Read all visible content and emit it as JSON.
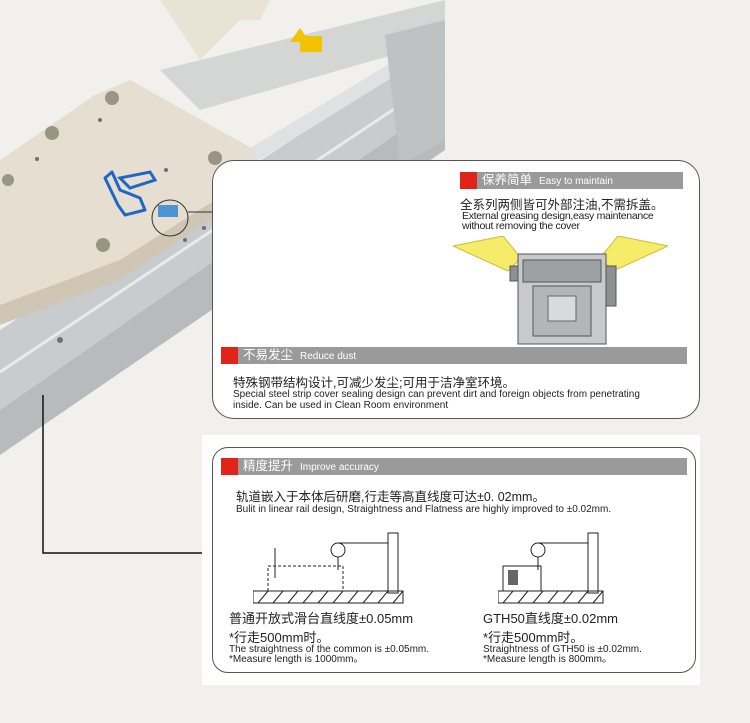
{
  "card1": {
    "title_zh": "保养简单",
    "title_en": "Easy to maintain",
    "line_zh": "全系列两侧皆可外部注油,不需拆盖。",
    "line_en_1": "External greasing design,easy maintenance",
    "line_en_2": "without removing the cover"
  },
  "card2": {
    "title_zh": "不易发尘",
    "title_en": "Reduce  dust",
    "line_zh": "特殊钢带结构设计,可减少发尘;可用于洁净室环境。",
    "line_en_1": "Special steel strip cover sealing design can prevent dirt and foreign objects from penetrating",
    "line_en_2": "inside. Can be used in Clean Room environment"
  },
  "card3": {
    "title_zh": "精度提升",
    "title_en": "Improve accuracy",
    "line_zh": "轨道嵌入于本体后研磨,行走等高直线度可达±0. 02mm。",
    "line_en": "Bulit in linear rail design, Straightness and Flatness are highly improved to ±0.02mm.",
    "left": {
      "zh_1": "普通开放式滑台直线度±0.05mm",
      "zh_2": "*行走500mm时。",
      "en_1": "The straightness of the common is ±0.05mm.",
      "en_2": "*Measure length is 1000mm。"
    },
    "right": {
      "zh_1": "GTH50直线度±0.02mm",
      "zh_2": "*行走500mm时。",
      "en_1": "Straightness  of  GTH50  is ±0.02mm.",
      "en_2": "*Measure length is 800mm。"
    }
  },
  "colors": {
    "accent_red": "#e2231a",
    "bar_grey": "#9a9a9a",
    "highlight_blue": "#1e66c8",
    "arrow_yellow": "#f6ec6a"
  }
}
